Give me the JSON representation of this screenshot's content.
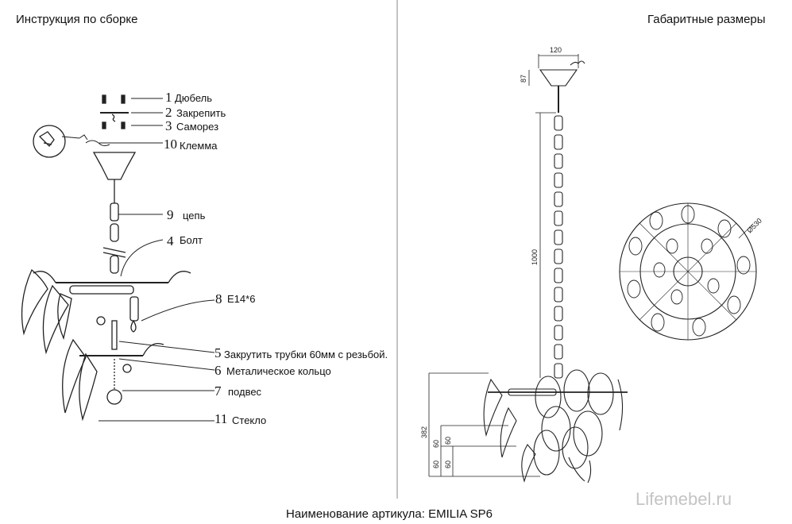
{
  "headers": {
    "left": "Инструкция по сборке",
    "right": "Габаритные размеры"
  },
  "parts": [
    {
      "number": "1",
      "label": "Дюбель"
    },
    {
      "number": "2",
      "label": "Закрепить"
    },
    {
      "number": "3",
      "label": "Саморез"
    },
    {
      "number": "10",
      "label": "Клемма"
    },
    {
      "number": "9",
      "label": "цепь"
    },
    {
      "number": "4",
      "label": "Болт"
    },
    {
      "number": "8",
      "label": "E14*6"
    },
    {
      "number": "5",
      "label": "Закрутить трубки 60мм с резьбой."
    },
    {
      "number": "6",
      "label": "Металическое кольцо"
    },
    {
      "number": "7",
      "label": "подвес"
    },
    {
      "number": "11",
      "label": "Стекло"
    }
  ],
  "dimensions": {
    "canopy_width": "120",
    "canopy_height": "87",
    "chain_length": "1000",
    "body_height": "382",
    "tier_1": "60",
    "tier_2": "60",
    "tier_3": "60",
    "tier_4": "60",
    "diameter": "Ø530"
  },
  "footer": "Наименование артикула: EMILIA SP6",
  "watermark": "Lifemebel.ru"
}
